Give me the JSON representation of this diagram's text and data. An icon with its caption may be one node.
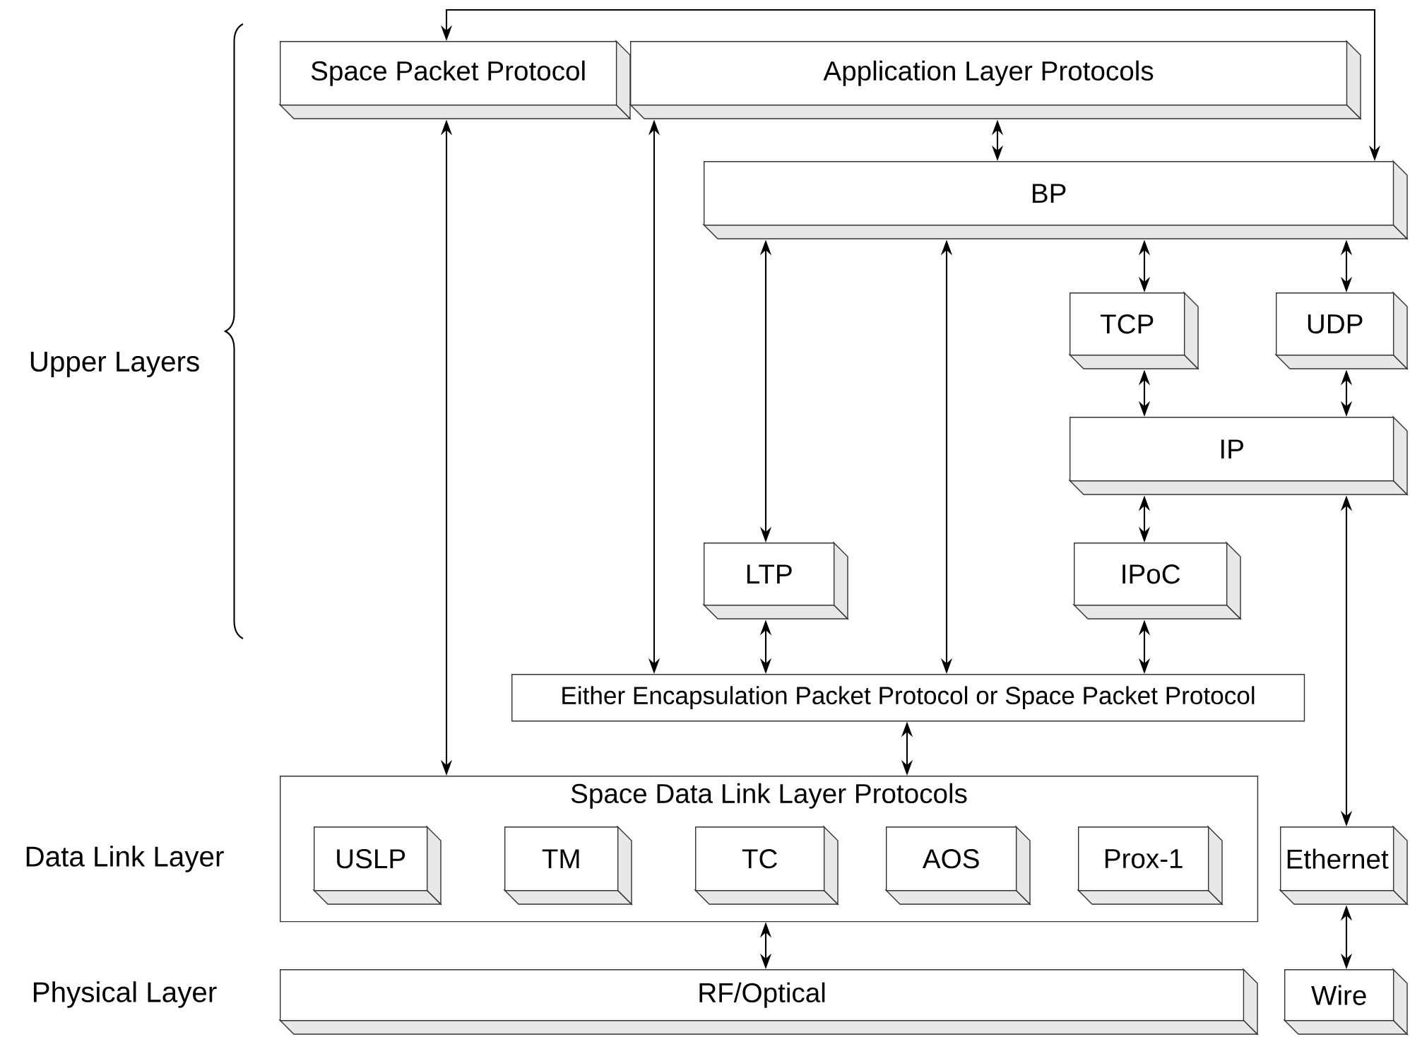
{
  "diagram": {
    "nodes": [
      {
        "text": [
          "Space Packet Protocol"
        ]
      },
      {
        "text": [
          "Application Layer Protocols"
        ]
      },
      {
        "text": [
          "BP"
        ]
      },
      {
        "text": [
          "TCP"
        ]
      },
      {
        "text": [
          "UDP"
        ]
      },
      {
        "text": [
          "IP"
        ]
      },
      {
        "text": [
          "LTP"
        ]
      },
      {
        "text": [
          "IPoC"
        ]
      },
      {
        "text": [
          "Either Encapsulation Packet Protocol or Space Packet Protocol"
        ]
      },
      {
        "text": [
          "Space Data Link Layer Protocols"
        ]
      },
      {
        "text": [
          "USLP"
        ],
        "in": 9
      },
      {
        "text": [
          "TM"
        ],
        "in": 9
      },
      {
        "text": [
          "TC"
        ],
        "in": 9
      },
      {
        "text": [
          "AOS"
        ],
        "in": 9
      },
      {
        "text": [
          "Prox-1"
        ],
        "in": 9
      },
      {
        "text": [
          "Ethernet"
        ]
      },
      {
        "text": [
          "RF/Optical"
        ]
      },
      {
        "text": [
          "Wire"
        ]
      }
    ],
    "edges": [
      {
        "from": 0,
        "to": 2,
        "arrow": "both"
      },
      {
        "from": 0,
        "to": 9,
        "arrow": "both"
      },
      {
        "from": 1,
        "to": 8,
        "arrow": "both"
      },
      {
        "from": 1,
        "to": 2,
        "arrow": "both"
      },
      {
        "from": 2,
        "to": 6,
        "arrow": "both"
      },
      {
        "from": 2,
        "to": 8,
        "arrow": "both"
      },
      {
        "from": 2,
        "to": 3,
        "arrow": "both"
      },
      {
        "from": 2,
        "to": 4,
        "arrow": "both"
      },
      {
        "from": 3,
        "to": 5,
        "arrow": "both"
      },
      {
        "from": 4,
        "to": 5,
        "arrow": "both"
      },
      {
        "from": 5,
        "to": 7,
        "arrow": "both"
      },
      {
        "from": 5,
        "to": 15,
        "arrow": "both"
      },
      {
        "from": 6,
        "to": 8,
        "arrow": "both"
      },
      {
        "from": 7,
        "to": 8,
        "arrow": "both"
      },
      {
        "from": 8,
        "to": 9,
        "arrow": "both"
      },
      {
        "from": 9,
        "to": 16,
        "arrow": "both"
      },
      {
        "from": 15,
        "to": 17,
        "arrow": "both"
      }
    ],
    "labels": [
      "Upper Layers",
      "Data Link Layer",
      "Physical Layer"
    ]
  }
}
